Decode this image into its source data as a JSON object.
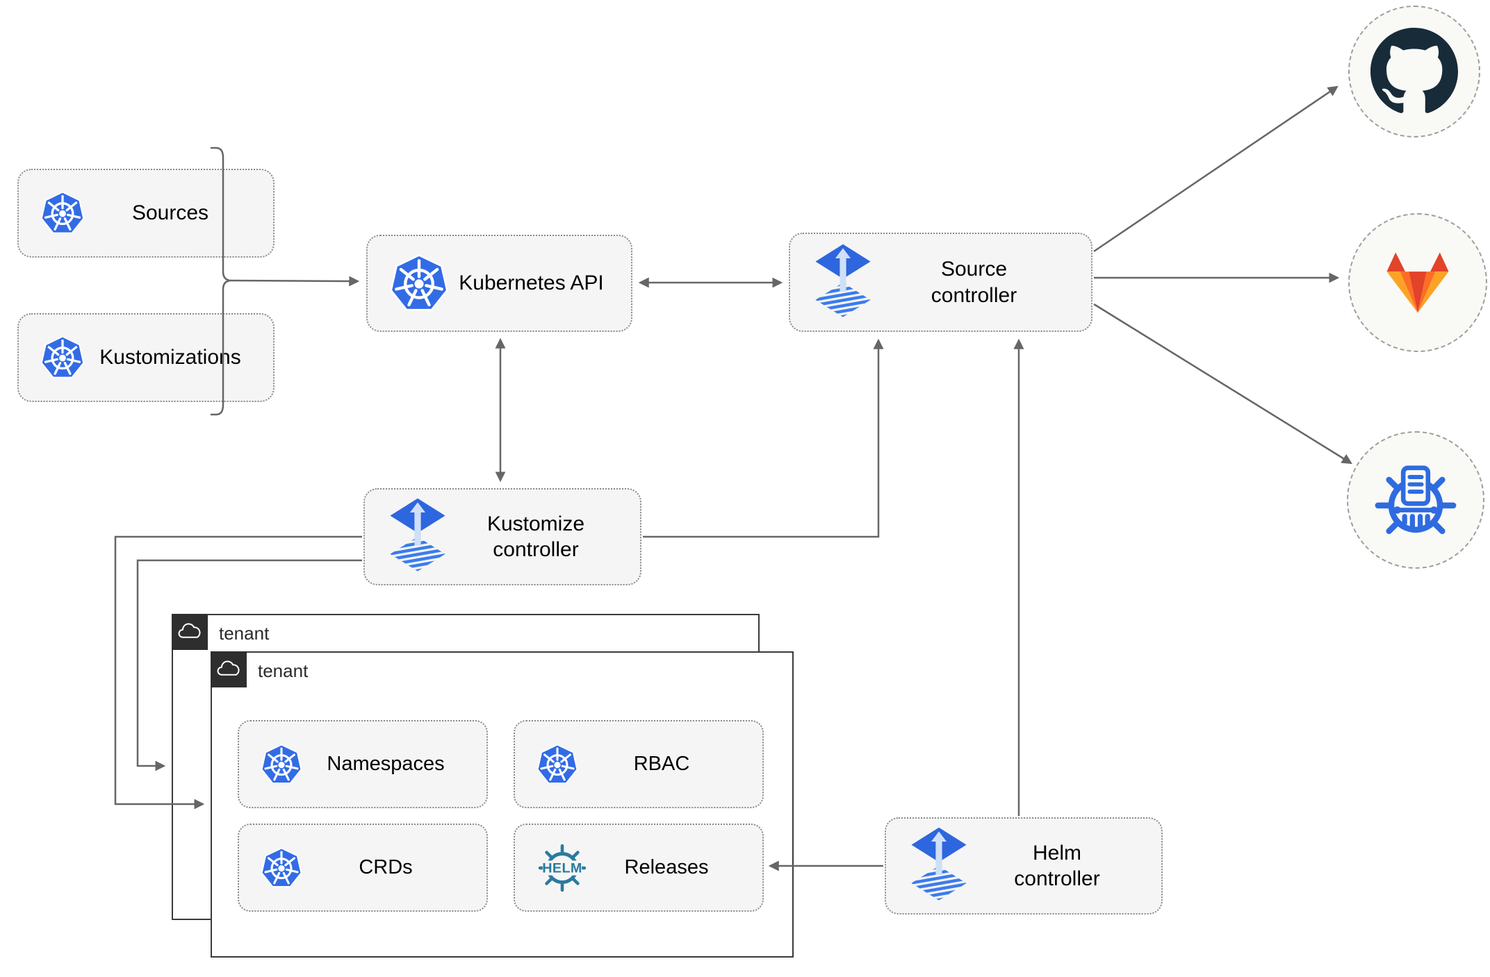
{
  "nodes": {
    "sources": {
      "label": "Sources",
      "icon": "kubernetes-icon"
    },
    "kustomizations": {
      "label": "Kustomizations",
      "icon": "kubernetes-icon"
    },
    "kubernetes_api": {
      "label": "Kubernetes API",
      "icon": "kubernetes-icon"
    },
    "source_controller": {
      "label": "Source controller",
      "icon": "flux-icon"
    },
    "kustomize_controller": {
      "label": "Kustomize controller",
      "icon": "flux-icon"
    },
    "helm_controller": {
      "label": "Helm controller",
      "icon": "flux-icon"
    },
    "namespaces": {
      "label": "Namespaces",
      "icon": "kubernetes-icon"
    },
    "rbac": {
      "label": "RBAC",
      "icon": "kubernetes-icon"
    },
    "crds": {
      "label": "CRDs",
      "icon": "kubernetes-icon"
    },
    "releases": {
      "label": "Releases",
      "icon": "helm-icon"
    }
  },
  "tenants": [
    {
      "label": "tenant",
      "icon": "cloud-icon"
    },
    {
      "label": "tenant",
      "icon": "cloud-icon"
    }
  ],
  "remotes": [
    {
      "name": "github",
      "icon": "github-icon"
    },
    {
      "name": "gitlab",
      "icon": "gitlab-icon"
    },
    {
      "name": "chartmuseum",
      "icon": "chartmuseum-icon"
    }
  ],
  "logo_text": {
    "helm": "HELM"
  },
  "colors": {
    "kubernetes_blue": "#326ce5",
    "flux_blue": "#2e66df",
    "flux_stripe_blue": "#3b7bed",
    "helm_teal": "#2b7a9e",
    "chartmuseum_blue": "#2f6be0",
    "github_dark": "#182b39",
    "gitlab_red": "#e24329",
    "gitlab_orange": "#fc6d26",
    "gitlab_light_orange": "#fca326",
    "connector_gray": "#666666",
    "node_fill": "#f5f5f5",
    "node_border": "#8a8a8a",
    "tenant_border": "#3a3a3a",
    "tenant_badge": "#2e2e2e"
  }
}
